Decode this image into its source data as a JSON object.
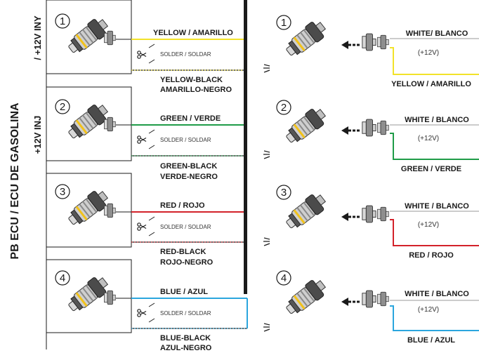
{
  "left_panel": {
    "side_label_main": "PB ECU / ECU DE GASOLINA",
    "side_label_inj": "+12V INJ",
    "side_label_iny": "/ +12V INY"
  },
  "colors": {
    "yellow": "#f2e22a",
    "green": "#1f9c48",
    "red": "#d3222a",
    "blue": "#2ba6de",
    "black": "#1a1a1a",
    "gray": "#bbbbbb"
  },
  "channels": [
    {
      "number": "1",
      "wire_top": "YELLOW / AMARILLO",
      "solder": "SOLDER / SOLDAR",
      "wire_bottom_1": "YELLOW-BLACK",
      "wire_bottom_2": "AMARILLO-NEGRO",
      "right_power": "WHITE/ BLANCO",
      "right_volt": "(+12V)",
      "right_signal": "YELLOW / AMARILLO",
      "color_key": "yellow"
    },
    {
      "number": "2",
      "wire_top": "GREEN / VERDE",
      "solder": "SOLDER / SOLDAR",
      "wire_bottom_1": "GREEN-BLACK",
      "wire_bottom_2": "VERDE-NEGRO",
      "right_power": "WHITE / BLANCO",
      "right_volt": "(+12V)",
      "right_signal": "GREEN / VERDE",
      "color_key": "green"
    },
    {
      "number": "3",
      "wire_top": "RED / ROJO",
      "solder": "SOLDER / SOLDAR",
      "wire_bottom_1": "RED-BLACK",
      "wire_bottom_2": "ROJO-NEGRO",
      "right_power": "WHITE / BLANCO",
      "right_volt": "(+12V)",
      "right_signal": "RED / ROJO",
      "color_key": "red"
    },
    {
      "number": "4",
      "wire_top": "BLUE / AZUL",
      "solder": "SOLDER / SOLDAR",
      "wire_bottom_1": "BLUE-BLACK",
      "wire_bottom_2": "AZUL-NEGRO",
      "right_power": "WHITE / BLANCO",
      "right_volt": "(+12V)",
      "right_signal": "BLUE / AZUL",
      "color_key": "blue"
    }
  ]
}
